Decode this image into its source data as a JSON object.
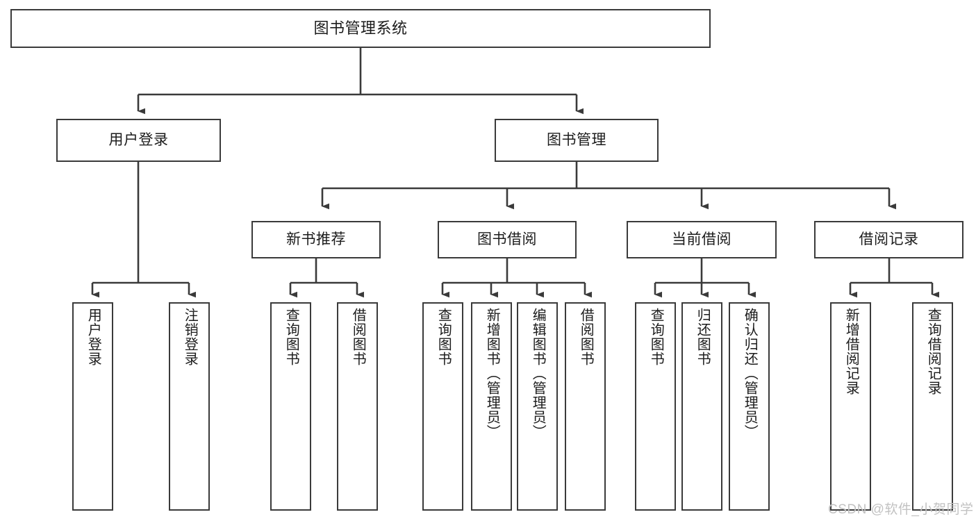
{
  "diagram": {
    "title": "图书管理系统",
    "type": "tree-hierarchy",
    "watermark": "CSDN @软件_小贺同学",
    "colors": {
      "border": "#3a3a3a",
      "background": "#ffffff",
      "text": "#1c1c1c",
      "connector": "#3a3a3a",
      "watermark": "#c2c2c2"
    }
  },
  "nodes": {
    "root": {
      "label": "图书管理系统"
    },
    "tier2": [
      {
        "label": "用户登录"
      },
      {
        "label": "图书管理"
      }
    ],
    "tier3": [
      {
        "label": "新书推荐"
      },
      {
        "label": "图书借阅"
      },
      {
        "label": "当前借阅"
      },
      {
        "label": "借阅记录"
      }
    ],
    "leaves": {
      "user_login": [
        {
          "label": "用户登录"
        },
        {
          "label": "注销登录"
        }
      ],
      "new_book": [
        {
          "label": "查询图书"
        },
        {
          "label": "借阅图书"
        }
      ],
      "book_borrow": [
        {
          "label": "查询图书"
        },
        {
          "label": "新增图书（管理员）"
        },
        {
          "label": "编辑图书（管理员）"
        },
        {
          "label": "借阅图书"
        }
      ],
      "current_borrow": [
        {
          "label": "查询图书"
        },
        {
          "label": "归还图书"
        },
        {
          "label": "确认归还（管理员）"
        }
      ],
      "borrow_record": [
        {
          "label": "新增借阅记录"
        },
        {
          "label": "查询借阅记录"
        }
      ]
    }
  }
}
